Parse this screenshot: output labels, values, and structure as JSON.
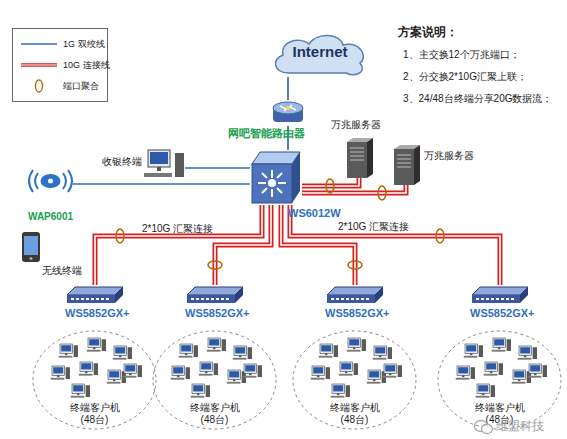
{
  "diagram": {
    "nodes": [
      {
        "text": [
          "Internet"
        ]
      },
      {
        "text": [
          "网吧智能路由器"
        ]
      },
      {
        "text": [
          "WS6012W"
        ]
      },
      {
        "text": [
          "收银终端"
        ]
      },
      {
        "text": [
          "WAP6001"
        ]
      },
      {
        "text": [
          "无线终端"
        ]
      },
      {
        "text": [
          "万兆服务器"
        ]
      },
      {
        "text": [
          "万兆服务器"
        ]
      },
      {
        "text": [
          "WS5852GX+"
        ]
      },
      {
        "text": [
          "WS5852GX+"
        ]
      },
      {
        "text": [
          "WS5852GX+"
        ]
      },
      {
        "text": [
          "WS5852GX+"
        ]
      },
      {
        "text": [
          "终端客户机 (48台)"
        ]
      },
      {
        "text": [
          "终端客户机 (48台)"
        ]
      },
      {
        "text": [
          "终端客户机 (48台)"
        ]
      },
      {
        "text": [
          "终端客户机 (48台)"
        ]
      }
    ],
    "edges": [
      {
        "from": 0,
        "to": 1,
        "arrow": "none"
      },
      {
        "from": 1,
        "to": 2,
        "arrow": "none"
      },
      {
        "from": 2,
        "to": 3,
        "arrow": "none"
      },
      {
        "from": 2,
        "to": 4,
        "arrow": "none"
      },
      {
        "from": 2,
        "to": 6,
        "arrow": "none"
      },
      {
        "from": 2,
        "to": 7,
        "arrow": "none"
      },
      {
        "from": 2,
        "to": 8,
        "arrow": "none"
      },
      {
        "from": 2,
        "to": 9,
        "arrow": "none"
      },
      {
        "from": 2,
        "to": 10,
        "arrow": "none"
      },
      {
        "from": 2,
        "to": 11,
        "arrow": "none"
      }
    ],
    "labels": [
      "方案说明：",
      "1、主交换12个万兆端口；",
      "2、分交换2*10G汇聚上联；",
      "3、24/48台终端分享20G数据流；",
      "2*10G 汇聚连接",
      "2*10G 汇聚连接",
      "维盟科技"
    ],
    "legend": [
      {
        "text": "1G 双绞线"
      },
      {
        "text": "10G 连接线"
      },
      {
        "text": "端口聚合"
      }
    ]
  }
}
